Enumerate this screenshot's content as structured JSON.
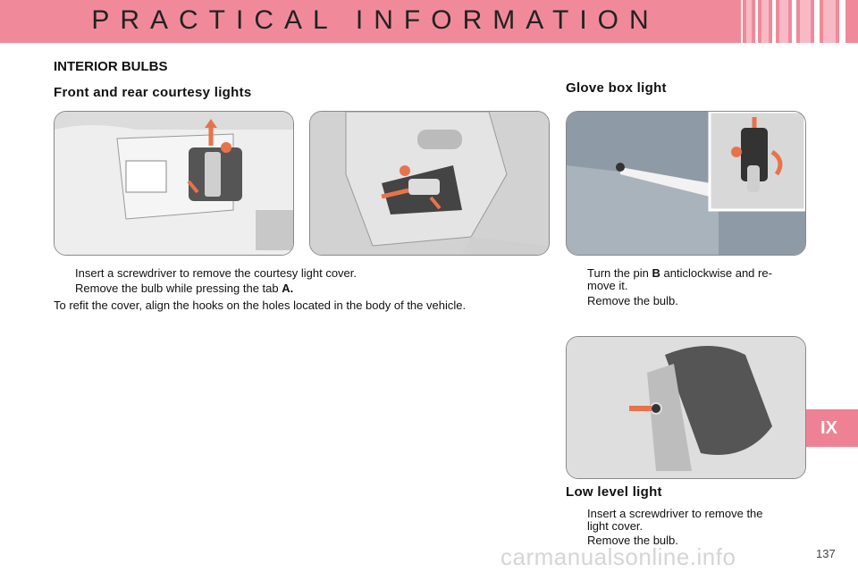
{
  "header": {
    "title": "PRACTICAL INFORMATION",
    "stripe_color": "#f08a9a"
  },
  "side_tab": {
    "label": "IX"
  },
  "section_title": "INTERIOR BULBS",
  "front_rear": {
    "heading": "Front and rear courtesy lights",
    "bullets": [
      "Insert a screwdriver to remove the courtesy light cover.",
      {
        "text": "Remove the bulb while pressing the tab ",
        "bold": "A."
      }
    ],
    "paragraph": "To refit the cover, align the hooks on the holes located in the body of the vehicle."
  },
  "glove_box": {
    "heading": "Glove box light",
    "bullets": [
      {
        "pre": "Turn the pin ",
        "bold": "B",
        "post": " anticlockwise and re-",
        "line2": "move it."
      },
      "Remove the bulb."
    ]
  },
  "low_level": {
    "heading": "Low level light",
    "bullets": [
      {
        "line1": "Insert  a  screwdriver  to  remove  the",
        "line2": "light cover."
      },
      "Remove the bulb."
    ]
  },
  "bullet_glyph": "",
  "page_number": "137",
  "watermark": "carmanualsonline.info",
  "colors": {
    "accent": "#f08a9a",
    "tab": "#ee8294",
    "arrow": "#e8734a"
  }
}
